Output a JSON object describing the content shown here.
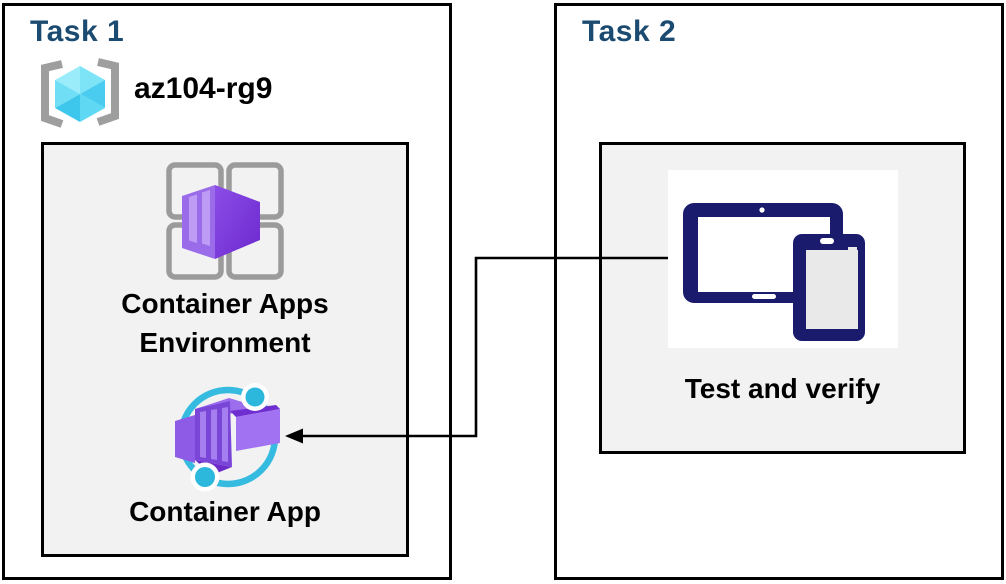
{
  "task1": {
    "title": "Task 1",
    "resource_group_name": "az104-rg9",
    "environment_label_line1": "Container Apps",
    "environment_label_line2": "Environment",
    "container_app_label": "Container App"
  },
  "task2": {
    "title": "Task 2",
    "test_label": "Test and verify"
  },
  "connector": {
    "from": "test-and-verify-card",
    "to": "container-app-icon",
    "style": "elbow-arrow"
  },
  "icons": {
    "resource_group": "resource-group-icon",
    "environment": "container-apps-environment-icon",
    "container_app": "container-app-icon",
    "devices": "devices-icon"
  },
  "colors": {
    "title_navy": "#1C4B72",
    "panel_fill": "#F2F2F2",
    "border_black": "#000000",
    "bracket_gray": "#9E9E9E",
    "cube_cyan": "#55D2F0",
    "grid_gray": "#9B9B9B",
    "container_purple": "#8A55E0",
    "orbit_cyan": "#35BBDF",
    "device_navy": "#1B1B6E"
  }
}
